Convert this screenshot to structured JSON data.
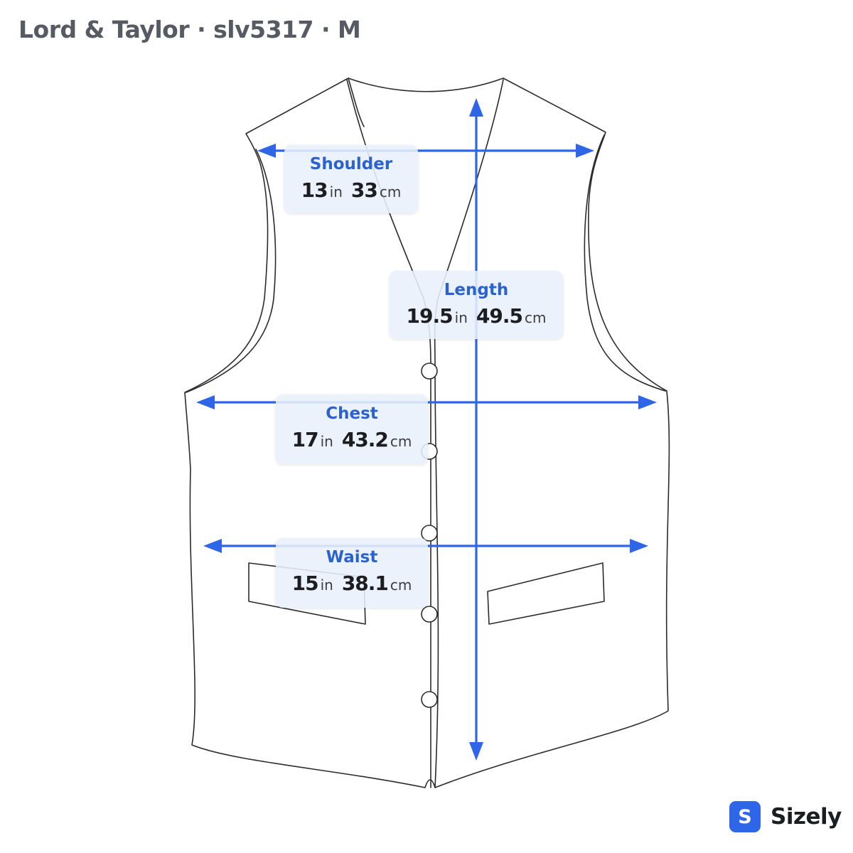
{
  "header": {
    "title": "Lord & Taylor · slv5317 · M"
  },
  "measurements": [
    {
      "id": "shoulder",
      "name": "Shoulder",
      "in": "13",
      "in_unit": "in",
      "cm": "33",
      "cm_unit": "cm"
    },
    {
      "id": "length",
      "name": "Length",
      "in": "19.5",
      "in_unit": "in",
      "cm": "49.5",
      "cm_unit": "cm"
    },
    {
      "id": "chest",
      "name": "Chest",
      "in": "17",
      "in_unit": "in",
      "cm": "43.2",
      "cm_unit": "cm"
    },
    {
      "id": "waist",
      "name": "Waist",
      "in": "15",
      "in_unit": "in",
      "cm": "38.1",
      "cm_unit": "cm"
    }
  ],
  "brand": {
    "logo_letter": "S",
    "name": "Sizely"
  },
  "colors": {
    "accent": "#2f66e8",
    "label_blue": "#2a62cf",
    "garment_outline": "#2b2b2b",
    "title_gray": "#555a63"
  }
}
